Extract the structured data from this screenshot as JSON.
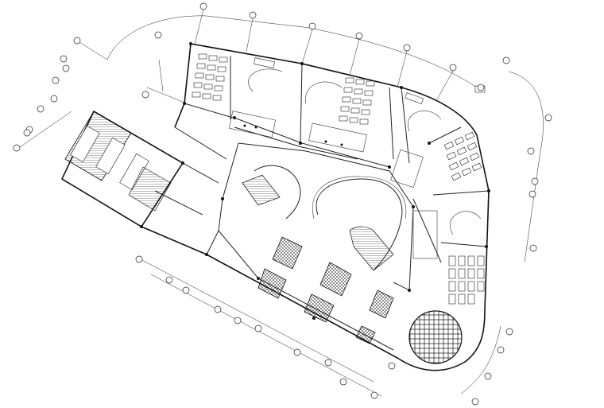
{
  "drawing": {
    "stroke_color": "#111111",
    "background_color": "#ffffff",
    "grid_bubble_count_left": 9,
    "grid_bubble_count_bottom": 11,
    "grid_bubble_count_right": 7,
    "grid_bubble_count_top": 8
  }
}
